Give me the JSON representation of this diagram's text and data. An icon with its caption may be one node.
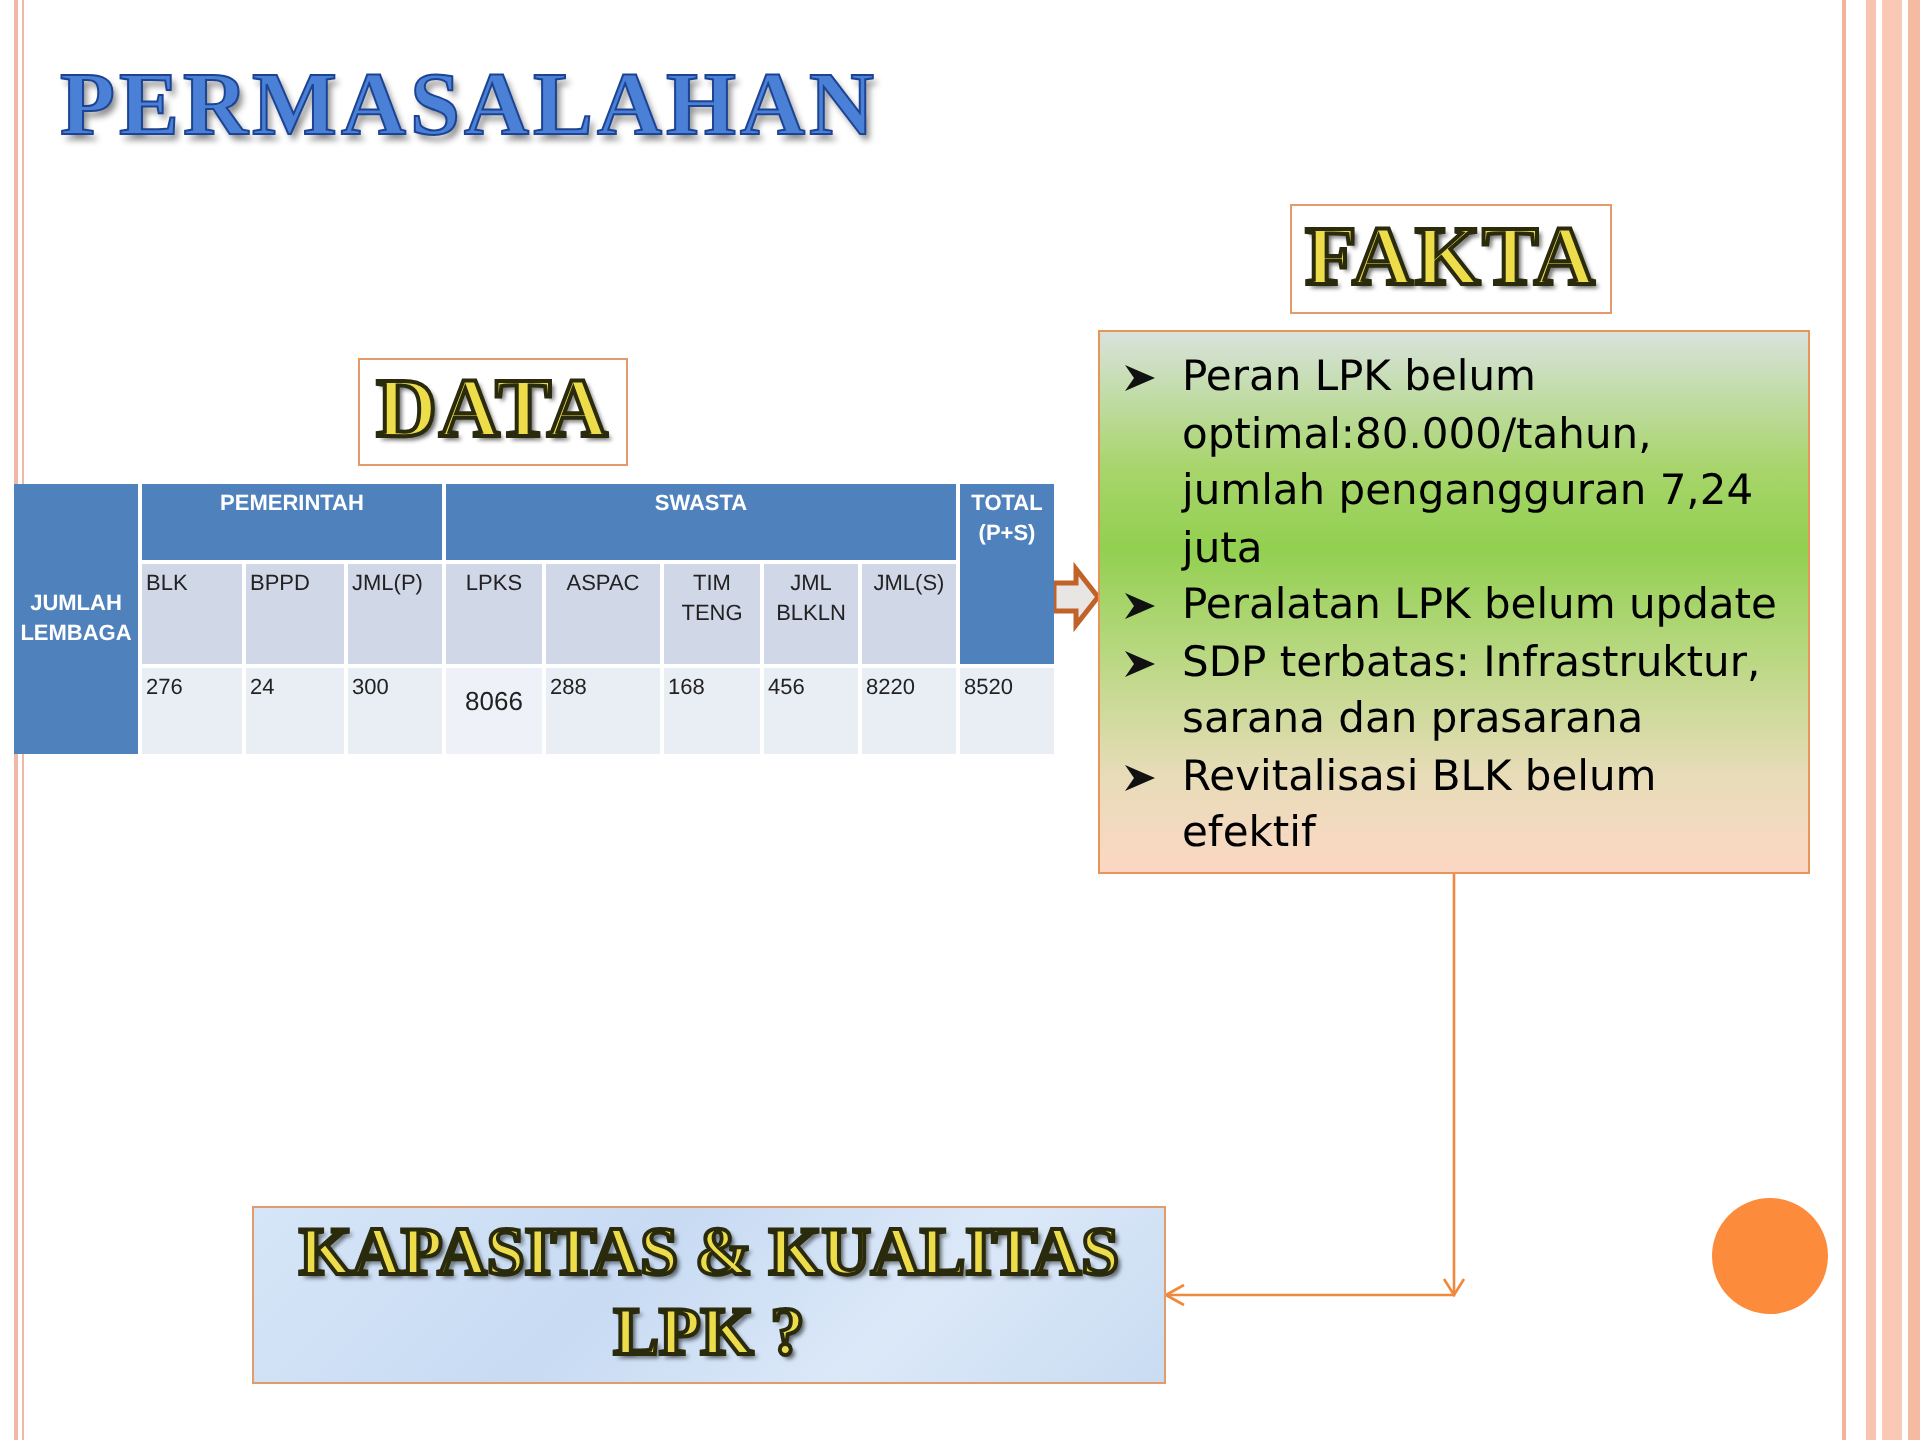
{
  "diagram": {
    "title": "PERMASALAHAN",
    "nodes": [
      {
        "text": [
          "DATA"
        ]
      },
      {
        "text": [
          "JUMLAH LEMBAGA",
          "PEMERINTAH",
          "SWASTA",
          "TOTAL (P+S)",
          "BLK",
          "BPPD",
          "JML(P)",
          "LPKS",
          "ASPAC",
          "TIM TENG",
          "JML BLKLN",
          "JML(S)",
          "276",
          "24",
          "300",
          "8066",
          "288",
          "168",
          "456",
          "8220",
          "8520"
        ]
      },
      {
        "text": [
          "FAKTA"
        ]
      },
      {
        "text": [
          "Peran LPK belum optimal:80.000/tahun, jumlah pengangguran 7,24 juta",
          "Peralatan LPK belum update",
          "SDP terbatas: Infrastruktur, sarana dan prasarana",
          "Revitalisasi BLK belum efektif"
        ]
      },
      {
        "text": [
          "KAPASITAS & KUALITAS LPK ?"
        ]
      }
    ],
    "edges": [
      {
        "from": 1,
        "to": 3,
        "arrow": "to",
        "style": "thick"
      },
      {
        "from": 3,
        "to": 4,
        "arrow": "to"
      }
    ]
  }
}
